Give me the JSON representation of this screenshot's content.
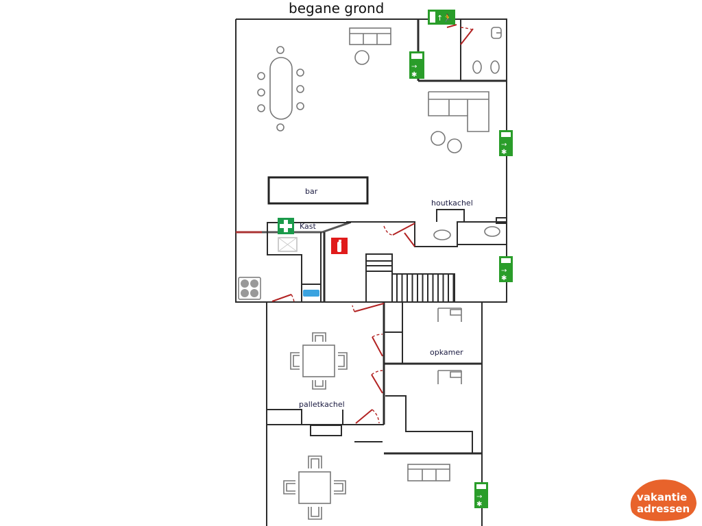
{
  "title": "begane grond",
  "rooms": {
    "bar": "bar",
    "houtkachel": "houtkachel",
    "kast": "Kast",
    "opkamer": "opkamer",
    "palletkachel": "palletkachel"
  },
  "symbols": {
    "exit_sign": "emergency-exit",
    "first_aid": "first-aid",
    "extinguisher": "fire-extinguisher"
  },
  "colors": {
    "exit": "#2a9d2a",
    "door": "#b22222",
    "extinguisher": "#e01b1b",
    "logo": "#e8632b"
  },
  "logo": {
    "line1": "vakantie",
    "line2": "adressen"
  }
}
